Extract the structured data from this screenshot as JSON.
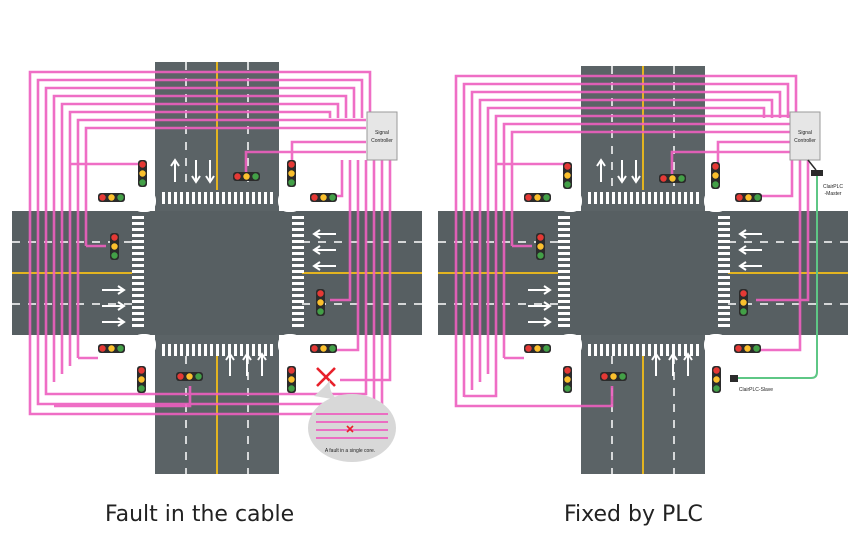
{
  "captions": {
    "left": "Fault in the cable",
    "right": "Fixed by PLC"
  },
  "labels": {
    "signal_controller_line1": "Signal",
    "signal_controller_line2": "Controller",
    "fault_note": "A fault in a single core.",
    "plc_master_line1": "ClairPLC",
    "plc_master_line2": "-Master",
    "plc_slave": "ClairPLC-Slave"
  },
  "colors": {
    "road": "#5b6366",
    "road_dark": "#4c5457",
    "lane_white": "#ffffff",
    "lane_yellow": "#e3b420",
    "cable": "#ee5fbf",
    "plc_link": "#5ec785",
    "fault_mark": "#e8202a",
    "controller_box": "#e6e6e6",
    "light_body": "#2b2b2b",
    "light_red": "#e53935",
    "light_amber": "#fbc02d",
    "light_green": "#43a047"
  },
  "icons": [
    "traffic-light-icon",
    "fault-x-icon",
    "lane-arrow-icon",
    "controller-icon"
  ]
}
